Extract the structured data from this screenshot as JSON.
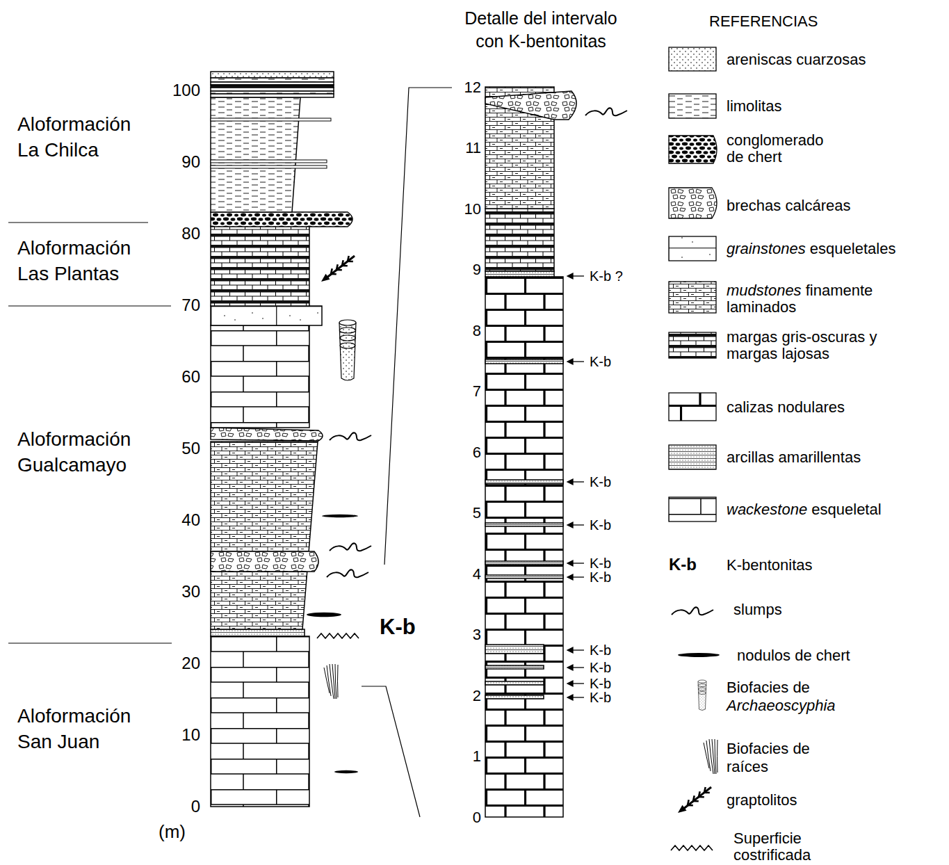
{
  "diagram": {
    "labels": [
      "Aloformación La Chilca",
      "Aloformación Las Plantas",
      "Aloformación Gualcamayo",
      "Aloformación San Juan",
      "100",
      "90",
      "80",
      "70",
      "60",
      "50",
      "40",
      "30",
      "20",
      "10",
      "0",
      "(m)",
      "K-b",
      "Detalle del intervalo con K-bentonitas",
      "12",
      "11",
      "10",
      "9",
      "8",
      "7",
      "6",
      "5",
      "4",
      "3",
      "2",
      "1",
      "0",
      "K-b ?",
      "K-b",
      "K-b",
      "K-b",
      "K-b",
      "K-b",
      "K-b",
      "K-b",
      "K-b",
      "K-b",
      "REFERENCIAS",
      "K-b"
    ],
    "legend": [
      {
        "text": "areniscas cuarzosas"
      },
      {
        "text": "limolitas"
      },
      {
        "text": "conglomerado de chert"
      },
      {
        "text": "brechas calcáreas"
      },
      {
        "text": "grainstones esqueletales"
      },
      {
        "text": "mudstones finamente laminados"
      },
      {
        "text": "margas gris-oscuras y margas lajosas"
      },
      {
        "text": "calizas nodulares"
      },
      {
        "text": "arcillas amarillentas"
      },
      {
        "text": "wackestone esqueletal"
      },
      {
        "text": "K-bentonitas"
      },
      {
        "text": "slumps"
      },
      {
        "text": "nodulos de chert"
      },
      {
        "text": "Biofacies de Archaeoscyphia"
      },
      {
        "text": "Biofacies de raíces"
      },
      {
        "text": "graptolitos"
      },
      {
        "text": "Superficie costrificada"
      }
    ]
  }
}
